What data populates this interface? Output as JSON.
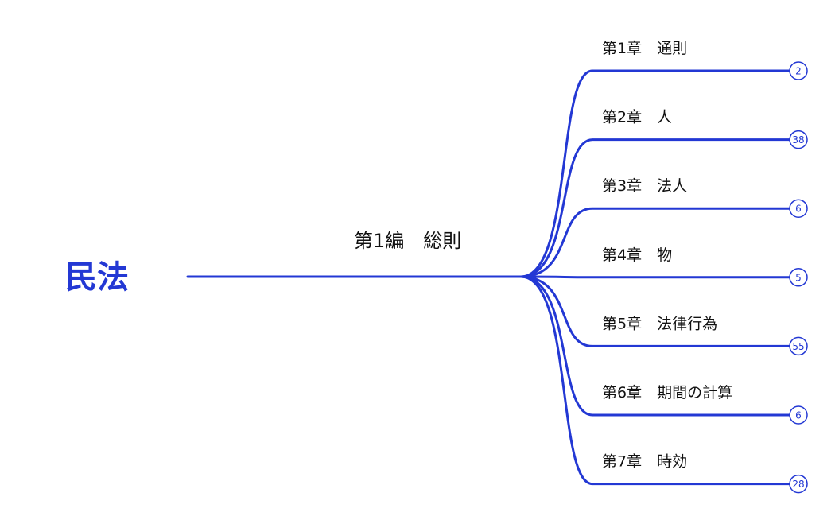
{
  "colors": {
    "accent": "#2338d4",
    "text": "#111111",
    "background": "#ffffff"
  },
  "root": {
    "label": "民法"
  },
  "part": {
    "label": "第1編　総則"
  },
  "chapters": [
    {
      "label": "第1章　通則",
      "count": "2"
    },
    {
      "label": "第2章　人",
      "count": "38"
    },
    {
      "label": "第3章　法人",
      "count": "6"
    },
    {
      "label": "第4章　物",
      "count": "5"
    },
    {
      "label": "第5章　法律行為",
      "count": "55"
    },
    {
      "label": "第6章　期間の計算",
      "count": "6"
    },
    {
      "label": "第7章　時効",
      "count": "28"
    }
  ]
}
